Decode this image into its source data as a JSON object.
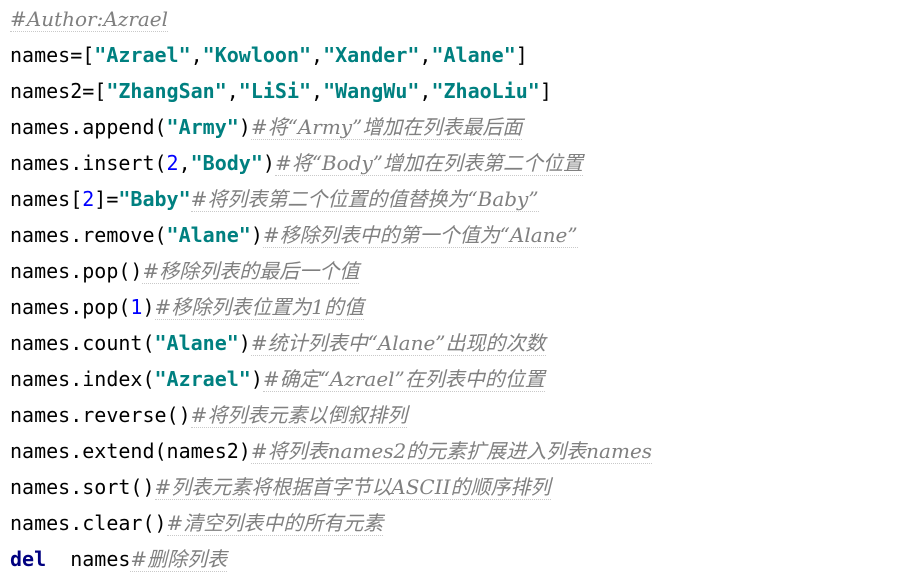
{
  "colors": {
    "background": "#ffffff",
    "plain": "#000000",
    "string": "#008080",
    "number": "#0000ff",
    "keyword": "#000080",
    "comment": "#808080"
  },
  "lines": [
    [
      {
        "type": "comment",
        "text": "#Author:Azrael"
      }
    ],
    [
      {
        "type": "plain",
        "text": "names=["
      },
      {
        "type": "str",
        "text": "\"Azrael\""
      },
      {
        "type": "plain",
        "text": ","
      },
      {
        "type": "str",
        "text": "\"Kowloon\""
      },
      {
        "type": "plain",
        "text": ","
      },
      {
        "type": "str",
        "text": "\"Xander\""
      },
      {
        "type": "plain",
        "text": ","
      },
      {
        "type": "str",
        "text": "\"Alane\""
      },
      {
        "type": "plain",
        "text": "]"
      }
    ],
    [
      {
        "type": "plain",
        "text": "names2=["
      },
      {
        "type": "str",
        "text": "\"ZhangSan\""
      },
      {
        "type": "plain",
        "text": ","
      },
      {
        "type": "str",
        "text": "\"LiSi\""
      },
      {
        "type": "plain",
        "text": ","
      },
      {
        "type": "str",
        "text": "\"WangWu\""
      },
      {
        "type": "plain",
        "text": ","
      },
      {
        "type": "str",
        "text": "\"ZhaoLiu\""
      },
      {
        "type": "plain",
        "text": "]"
      }
    ],
    [
      {
        "type": "plain",
        "text": "names.append("
      },
      {
        "type": "str",
        "text": "\"Army\""
      },
      {
        "type": "plain",
        "text": ")"
      },
      {
        "type": "comment",
        "text": "#将“Army”增加在列表最后面"
      }
    ],
    [
      {
        "type": "plain",
        "text": "names.insert("
      },
      {
        "type": "num",
        "text": "2"
      },
      {
        "type": "plain",
        "text": ","
      },
      {
        "type": "str",
        "text": "\"Body\""
      },
      {
        "type": "plain",
        "text": ")"
      },
      {
        "type": "comment",
        "text": "#将“Body”增加在列表第二个位置"
      }
    ],
    [
      {
        "type": "plain",
        "text": "names["
      },
      {
        "type": "num",
        "text": "2"
      },
      {
        "type": "plain",
        "text": "]="
      },
      {
        "type": "str",
        "text": "\"Baby\""
      },
      {
        "type": "comment",
        "text": "#将列表第二个位置的值替换为“Baby”"
      }
    ],
    [
      {
        "type": "plain",
        "text": "names.remove("
      },
      {
        "type": "str",
        "text": "\"Alane\""
      },
      {
        "type": "plain",
        "text": ")"
      },
      {
        "type": "comment",
        "text": "#移除列表中的第一个值为“Alane”"
      }
    ],
    [
      {
        "type": "plain",
        "text": "names.pop()"
      },
      {
        "type": "comment",
        "text": "#移除列表的最后一个值"
      }
    ],
    [
      {
        "type": "plain",
        "text": "names.pop("
      },
      {
        "type": "num",
        "text": "1"
      },
      {
        "type": "plain",
        "text": ")"
      },
      {
        "type": "comment",
        "text": "#移除列表位置为1的值"
      }
    ],
    [
      {
        "type": "plain",
        "text": "names.count("
      },
      {
        "type": "str",
        "text": "\"Alane\""
      },
      {
        "type": "plain",
        "text": ")"
      },
      {
        "type": "comment",
        "text": "#统计列表中“Alane”出现的次数"
      }
    ],
    [
      {
        "type": "plain",
        "text": "names.index("
      },
      {
        "type": "str",
        "text": "\"Azrael\""
      },
      {
        "type": "plain",
        "text": ")"
      },
      {
        "type": "comment",
        "text": "#确定“Azrael”在列表中的位置"
      }
    ],
    [
      {
        "type": "plain",
        "text": "names.reverse()"
      },
      {
        "type": "comment",
        "text": "#将列表元素以倒叙排列"
      }
    ],
    [
      {
        "type": "plain",
        "text": "names.extend(names2)"
      },
      {
        "type": "comment",
        "text": "#将列表names2的元素扩展进入列表names"
      }
    ],
    [
      {
        "type": "plain",
        "text": "names.sort()"
      },
      {
        "type": "comment",
        "text": "#列表元素将根据首字节以ASCII的顺序排列"
      }
    ],
    [
      {
        "type": "plain",
        "text": "names.clear()"
      },
      {
        "type": "comment",
        "text": "#清空列表中的所有元素"
      }
    ],
    [
      {
        "type": "kw",
        "text": "del"
      },
      {
        "type": "plain",
        "text": "  names"
      },
      {
        "type": "comment",
        "text": "#删除列表"
      }
    ]
  ]
}
